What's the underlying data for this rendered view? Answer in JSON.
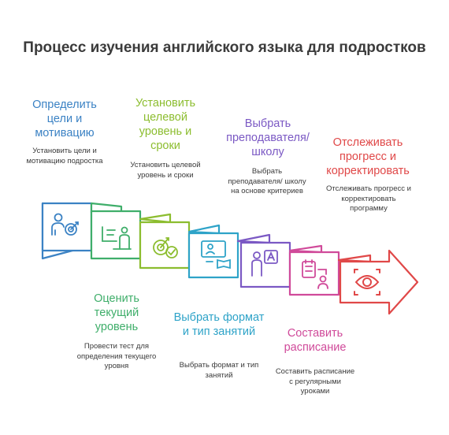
{
  "title": "Процесс изучения английского языка для подростков",
  "steps": [
    {
      "label": "Определить цели и мотивацию",
      "desc": "Установить цели и мотивацию подростка",
      "color": "#3b82c4",
      "icon": "person-target-icon"
    },
    {
      "label": "Оценить текущий уровень",
      "desc": "Провести тест для определения текущего уровня",
      "color": "#3fae6a",
      "icon": "teacher-board-icon"
    },
    {
      "label": "Установить целевой уровень и сроки",
      "desc": "Установить целевой уровень и сроки",
      "color": "#8cbd2f",
      "icon": "target-check-icon"
    },
    {
      "label": "Выбрать формат и тип занятий",
      "desc": "Выбрать формат и тип занятий",
      "color": "#2ea3c8",
      "icon": "online-lesson-icon"
    },
    {
      "label": "Выбрать преподавателя/ школу",
      "desc": "Выбрать преподавателя/ школу на основе критериев",
      "color": "#7b59c4",
      "icon": "teacher-a-icon"
    },
    {
      "label": "Составить расписание",
      "desc": "Составить расписание с регулярными уроками",
      "color": "#d04a9a",
      "icon": "schedule-icon"
    },
    {
      "label": "Отслеживать прогресс и корректировать",
      "desc": "Отслеживать прогресс и корректировать программу",
      "color": "#e04848",
      "icon": "eye-icon"
    }
  ]
}
